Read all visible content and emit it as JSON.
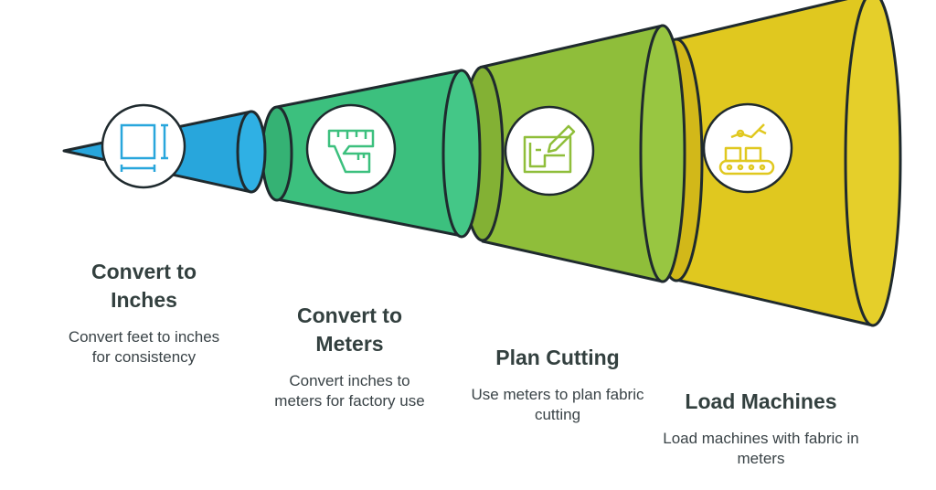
{
  "steps": [
    {
      "title": "Convert to Inches",
      "description": "Convert feet to inches for consistency",
      "color": "#28a6dc",
      "icon": "dimension-square-icon"
    },
    {
      "title": "Convert to Meters",
      "description": "Convert inches to meters for factory use",
      "color": "#3cc07e",
      "icon": "tape-measure-icon"
    },
    {
      "title": "Plan Cutting",
      "description": "Use meters to plan fabric cutting",
      "color": "#8fbe3a",
      "icon": "drafting-plan-icon"
    },
    {
      "title": "Load Machines",
      "description": "Load machines with fabric in meters",
      "color": "#e0c81f",
      "icon": "robotic-conveyor-icon"
    }
  ]
}
